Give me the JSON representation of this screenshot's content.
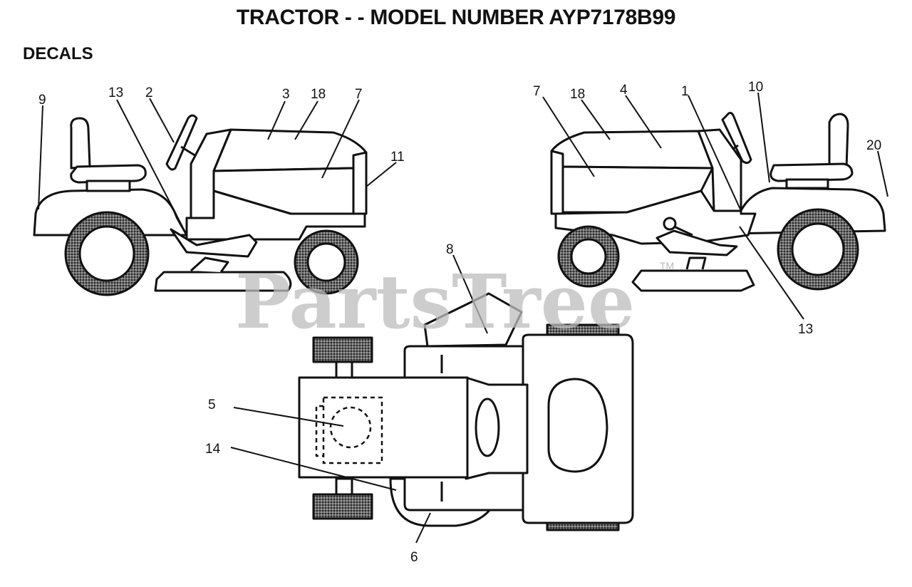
{
  "title": "TRACTOR - - MODEL NUMBER AYP7178B99",
  "section_label": "DECALS",
  "watermark": {
    "text": "PartsTree",
    "tm": "TM"
  },
  "callouts": {
    "left_9": "9",
    "left_13": "13",
    "left_2": "2",
    "left_3": "3",
    "left_18": "18",
    "left_7": "7",
    "left_11": "11",
    "right_7": "7",
    "right_18": "18",
    "right_4": "4",
    "right_1": "1",
    "right_10": "10",
    "right_20": "20",
    "right_13": "13",
    "top_8": "8",
    "top_5": "5",
    "top_14": "14",
    "top_6": "6"
  },
  "colors": {
    "line": "#111111",
    "tire": "#555555",
    "watermark": "#bdbdbd"
  }
}
